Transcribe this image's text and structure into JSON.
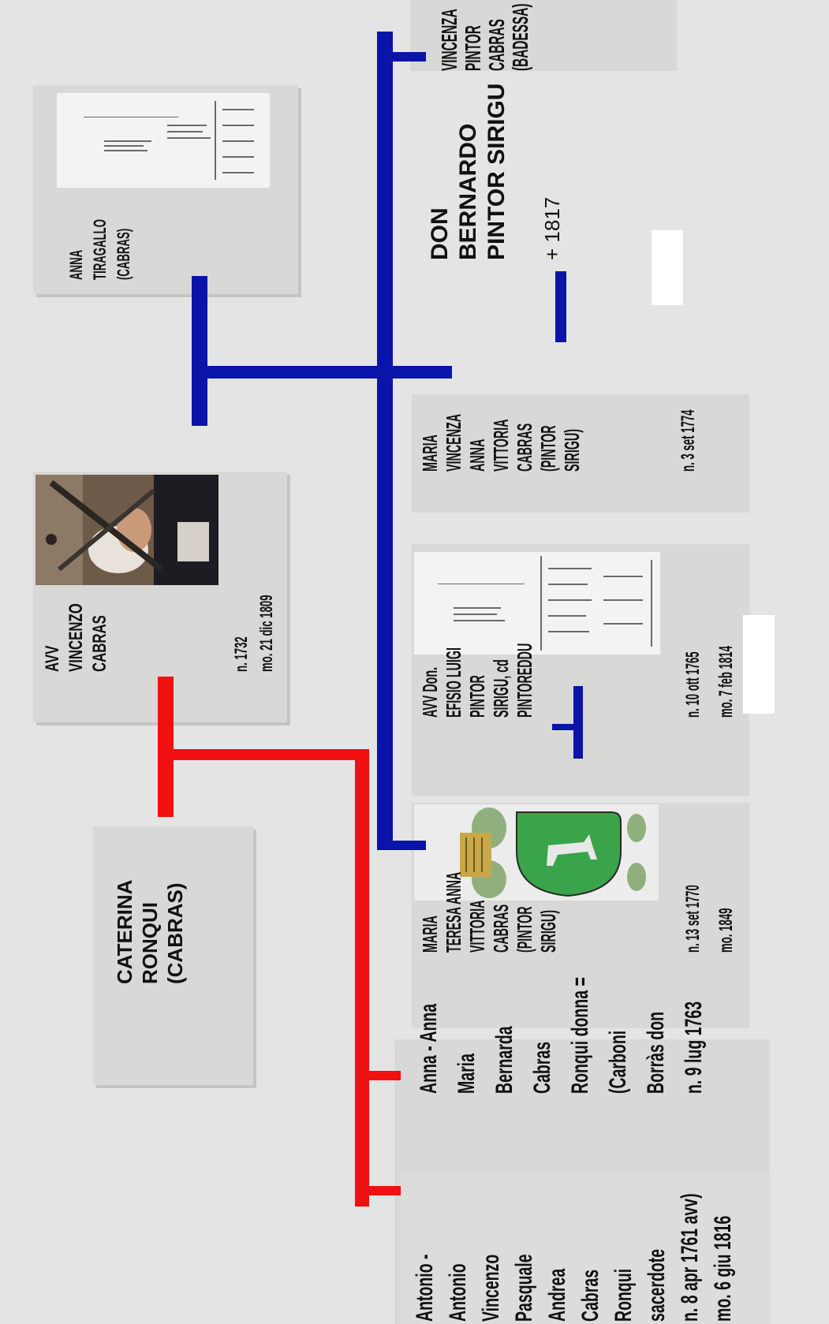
{
  "colors": {
    "paternal_line": "#0a14a8",
    "maternal_line": "#f01010",
    "background": "#e4e4e4",
    "card": "#d8d8d6"
  },
  "icons": {
    "portrait": "portrait-photo-icon",
    "coat_of_arms": "coat-of-arms-icon",
    "document": "document-thumbnail-icon"
  },
  "people": {
    "vincenza_badessa": {
      "lines": [
        "VINCENZA",
        "PINTOR",
        "CABRAS",
        "(BADESSA)"
      ]
    },
    "anna_tiragallo": {
      "lines": [
        "ANNA",
        "TIRAGALLO",
        "(CABRAS)"
      ]
    },
    "don_bernardo": {
      "lines": [
        "DON",
        "BERNARDO",
        "PINTOR SIRIGU"
      ],
      "death": "+ 1817"
    },
    "avv_vincenzo": {
      "lines": [
        "AVV",
        "VINCENZO",
        "CABRAS"
      ],
      "born": "n.      1732",
      "died": "mo.   21 dic 1809"
    },
    "maria_vincenza": {
      "lines": [
        "MARIA",
        "VINCENZA",
        "ANNA",
        "VITTORIA",
        "CABRAS",
        "(PINTOR",
        "SIRIGU)"
      ],
      "born": "n.   3 set 1774"
    },
    "efisio_luigi": {
      "lines": [
        "AVV Don.",
        "EFISIO LUIGI",
        "PINTOR",
        "SIRIGU, cd",
        "PINTOREDDU"
      ],
      "born": "n.      10 ott 1765",
      "died": "mo.    7 feb 1814"
    },
    "caterina_ronqui": {
      "lines": [
        "CATERINA",
        "RONQUI",
        "(CABRAS)"
      ]
    },
    "maria_teresa": {
      "lines": [
        "MARIA",
        "TERESA ANNA",
        "VITTORIA",
        "CABRAS",
        "(PINTOR",
        "SIRIGU)"
      ],
      "born": "n.     13 set 1770",
      "died": "mo.     1849"
    },
    "antonio": {
      "lines": [
        "Antonio -",
        "Antonio",
        "Vincenzo",
        "Pasquale",
        "Andrea",
        "Cabras",
        "Ronqui",
        "sacerdote",
        "n.    8 apr 1761 avv)",
        "mo.   6 giu 1816"
      ]
    },
    "anna_maria": {
      "lines": [
        "Anna - Anna",
        "Maria",
        "Bernarda",
        "Cabras",
        "Ronqui donna =",
        "(Carboni",
        "Borràs don",
        "n.   9 lug 1763"
      ]
    }
  }
}
